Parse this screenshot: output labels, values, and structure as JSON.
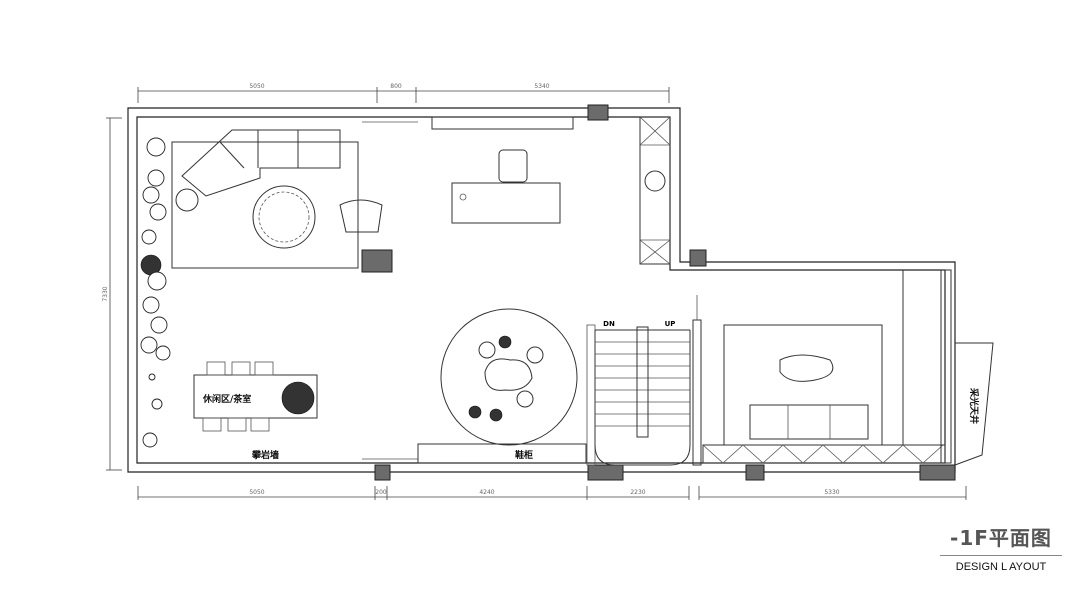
{
  "title": {
    "main": "-1F平面图",
    "subtitle": "DESIGN L AYOUT"
  },
  "dimensions": {
    "top": [
      "5050",
      "800",
      "5340"
    ],
    "bottom": [
      "5050",
      "200",
      "4240",
      "2230",
      "5330"
    ],
    "left": "7330"
  },
  "room_labels": {
    "lounge_tea": "休闲区/茶室",
    "climbing_wall": "攀岩墙",
    "shoe_cabinet": "鞋柜",
    "skylight": "采光天井"
  },
  "stairs": {
    "down": "DN",
    "up": "UP"
  }
}
